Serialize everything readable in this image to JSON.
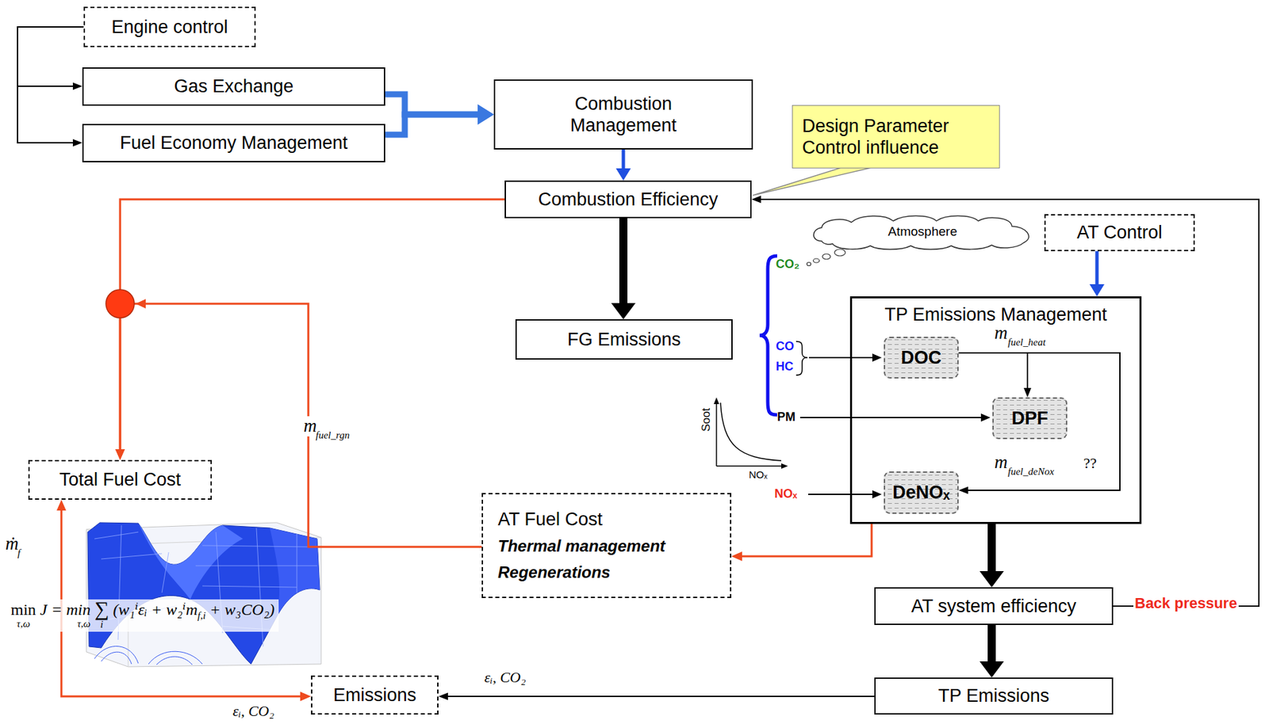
{
  "diagram": {
    "nodes": [
      {
        "text": [
          "Engine control"
        ]
      },
      {
        "text": [
          "Gas Exchange"
        ]
      },
      {
        "text": [
          "Fuel Economy Management"
        ]
      },
      {
        "text": [
          "Combustion Management"
        ]
      },
      {
        "text": [
          "Design Parameter Control influence"
        ]
      },
      {
        "text": [
          "Combustion Efficiency"
        ]
      },
      {
        "text": [
          "Atmosphere"
        ]
      },
      {
        "text": [
          "AT Control"
        ]
      },
      {
        "text": [
          "FG Emissions"
        ]
      },
      {
        "text": [
          "TP Emissions Management"
        ]
      },
      {
        "text": [
          "DOC"
        ],
        "in": 9
      },
      {
        "text": [
          "DPF"
        ],
        "in": 9
      },
      {
        "text": [
          "DeNOₓ"
        ],
        "in": 9
      },
      {
        "text": [
          "Total Fuel Cost"
        ]
      },
      {
        "text": [
          "AT Fuel Cost",
          "Thermal management",
          "Regenerations"
        ]
      },
      {
        "text": [
          "AT system efficiency"
        ]
      },
      {
        "text": [
          "Emissions"
        ]
      },
      {
        "text": [
          "TP Emissions"
        ]
      }
    ],
    "edges": [
      {
        "from": 0,
        "to": 1,
        "arrow": "to"
      },
      {
        "from": 0,
        "to": 2,
        "arrow": "to"
      },
      {
        "from": 1,
        "to": 3,
        "arrow": "to"
      },
      {
        "from": 2,
        "to": 3,
        "arrow": "to"
      },
      {
        "from": 3,
        "to": 5,
        "arrow": "to"
      },
      {
        "from": 5,
        "to": 8,
        "arrow": "to"
      },
      {
        "from": 5,
        "to": 13,
        "arrow": "to"
      },
      {
        "from": 14,
        "to": 13,
        "arrow": "to"
      },
      {
        "from": 10,
        "to": 11,
        "arrow": "to"
      },
      {
        "from": 10,
        "to": 12,
        "arrow": "to"
      },
      {
        "from": 7,
        "to": 9,
        "arrow": "to"
      },
      {
        "from": 9,
        "to": 15,
        "arrow": "to"
      },
      {
        "from": 9,
        "to": 14,
        "arrow": "to"
      },
      {
        "from": 15,
        "to": 17,
        "arrow": "to"
      },
      {
        "from": 15,
        "to": 5,
        "label": "Back pressure",
        "arrow": "to"
      },
      {
        "from": 17,
        "to": 16,
        "label": "εᵢ, CO₂",
        "arrow": "to"
      },
      {
        "from": 13,
        "to": 16,
        "arrow": "both"
      }
    ],
    "labels": [
      "CO₂",
      "CO",
      "HC",
      "PM",
      "Soot",
      "NOₓ",
      "NOₓ",
      "m",
      "fuel_heat",
      "m",
      "fuel_deNox",
      "??",
      "m",
      "fuel_rgn",
      "ṁ",
      "f",
      "εᵢ, CO₂",
      "min",
      "τ,ω",
      "J = min",
      "τ,ω",
      "∑",
      "i",
      "(w₁ⁱεᵢ + w₂ⁱm",
      "f,i",
      "+ w₃CO₂)"
    ]
  }
}
